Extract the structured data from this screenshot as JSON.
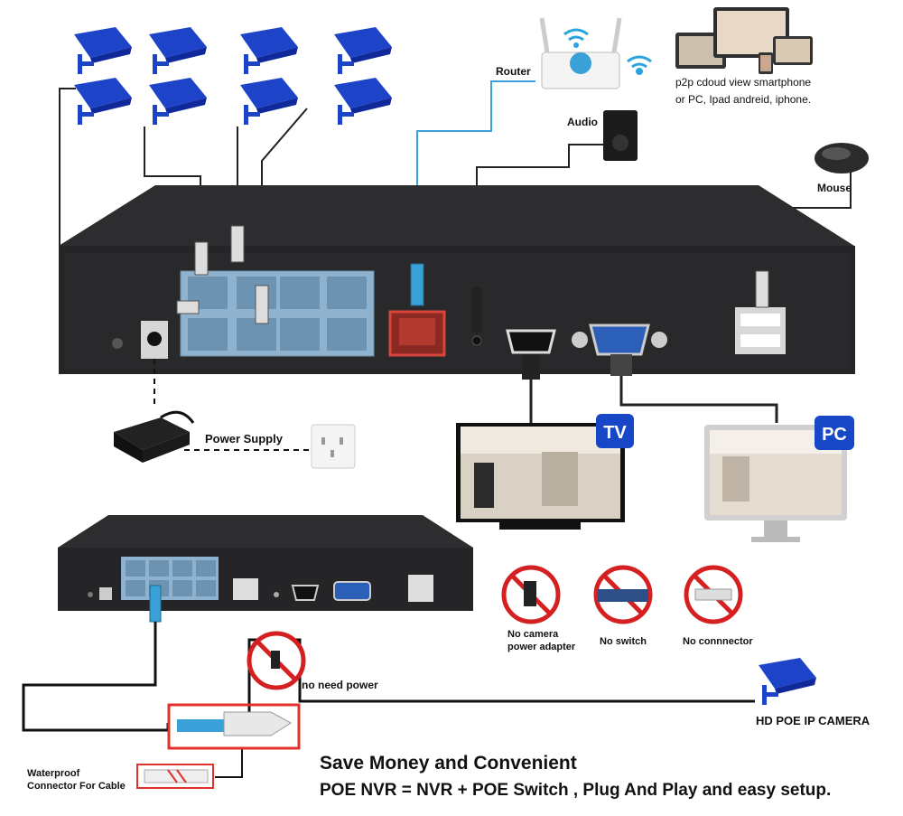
{
  "labels": {
    "router": "Router",
    "audio": "Audio",
    "p2p_line1": "p2p cdoud view smartphone",
    "p2p_line2": "or PC, Ipad andreid, iphone.",
    "mouse": "Mouse",
    "power_supply": "Power Supply",
    "tv_badge": "TV",
    "pc_badge": "PC",
    "no_camera_line1": "No camera",
    "no_camera_line2": "power adapter",
    "no_switch": "No switch",
    "no_connector": "No connnector",
    "no_need_power": "no need power",
    "hd_poe_camera": "HD POE IP CAMERA",
    "waterproof_line1": "Waterproof",
    "waterproof_line2": "Connector For Cable",
    "headline": "Save Money and Convenient",
    "subline": "POE NVR = NVR + POE Switch , Plug And Play and easy setup."
  },
  "colors": {
    "camera_blue": "#1d44c8",
    "badge_blue": "#1747c6",
    "nvr_body": "#2a2a2c",
    "port_blue": "#8fb3cf",
    "uplink_red": "#c0362c",
    "router_cable": "#3aa0d8",
    "prohibit_red": "#d42020",
    "highlight_red": "#e0312a"
  }
}
